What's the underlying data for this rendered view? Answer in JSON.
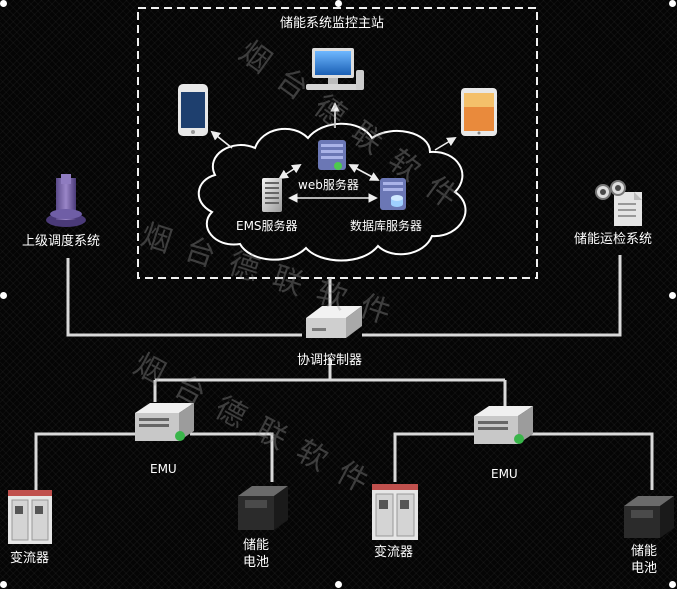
{
  "master_station": {
    "title": "储能系统监控主站"
  },
  "servers": {
    "web": "web服务器",
    "ems": "EMS服务器",
    "database": "数据库服务器"
  },
  "upper_dispatch": {
    "label": "上级调度系统"
  },
  "ops_system": {
    "label": "储能运检系统"
  },
  "coordinator": {
    "label": "协调控制器"
  },
  "emu_left": {
    "label": "EMU"
  },
  "emu_right": {
    "label": "EMU"
  },
  "converter_left": {
    "label": "变流器"
  },
  "converter_right": {
    "label": "变流器"
  },
  "battery_left": {
    "line1": "储能",
    "line2": "电池"
  },
  "battery_right": {
    "line1": "储能",
    "line2": "电池"
  },
  "watermark": {
    "text": "烟台德联软件"
  },
  "colors": {
    "background": "#050505",
    "lines": "#d9d9d9",
    "text": "#ffffff"
  }
}
